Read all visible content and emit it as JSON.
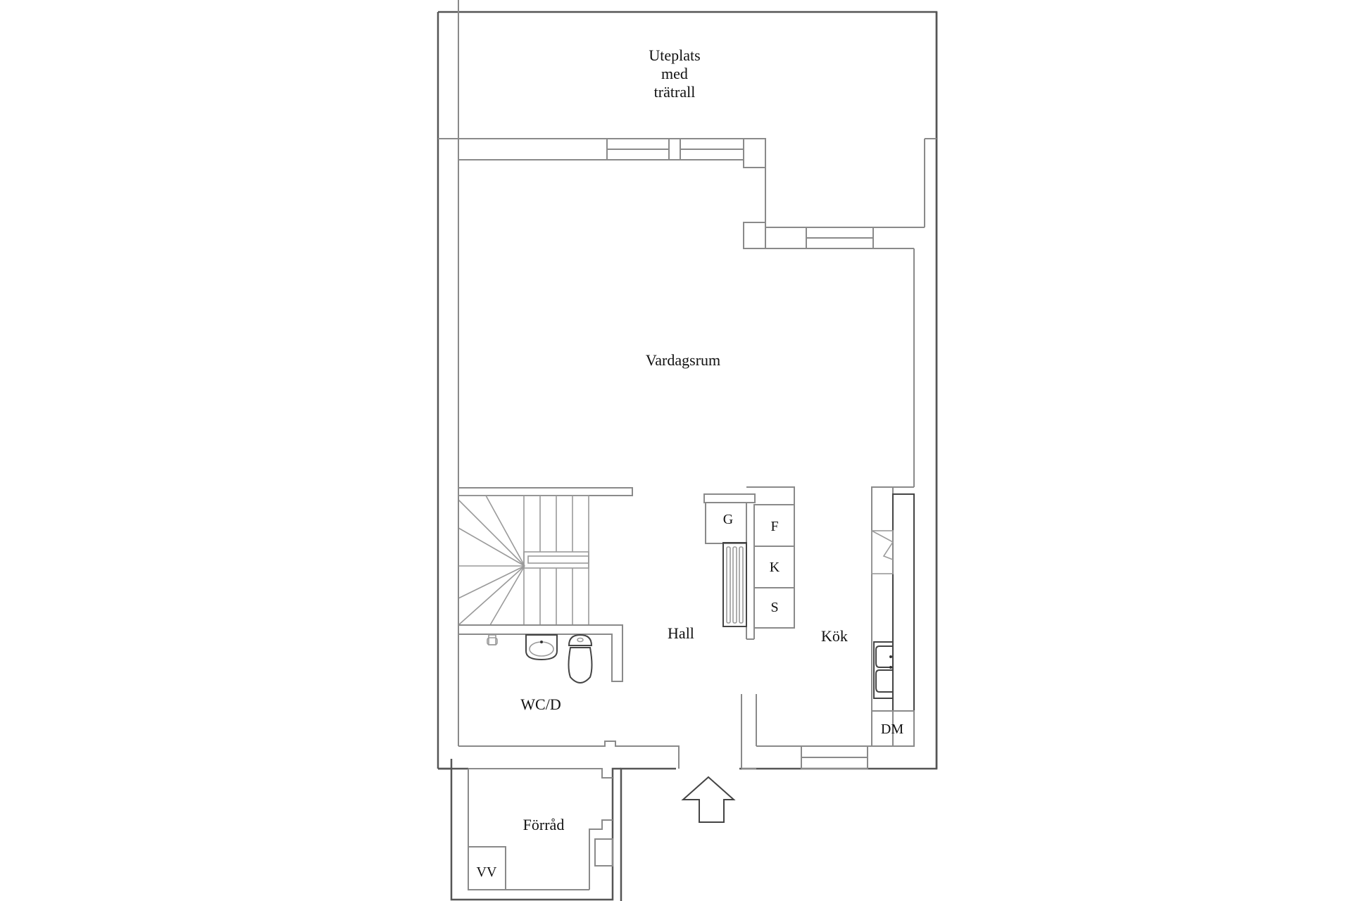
{
  "plan": {
    "type": "floor-plan",
    "rooms": [
      {
        "id": "patio",
        "label_lines": [
          "Uteplats",
          "med",
          "trätrall"
        ]
      },
      {
        "id": "living",
        "label": "Vardagsrum"
      },
      {
        "id": "hall",
        "label": "Hall"
      },
      {
        "id": "kitchen",
        "label": "Kök"
      },
      {
        "id": "wc",
        "label": "WC/D"
      },
      {
        "id": "storage",
        "label": "Förråd"
      }
    ],
    "fixtures": {
      "wardrobe_g": "G",
      "wardrobe_f": "F",
      "wardrobe_k": "K",
      "wardrobe_s": "S",
      "dishwasher": "DM",
      "water_heater": "VV"
    },
    "entrance_arrow": "entrance-arrow",
    "colors": {
      "wall": "#8a8a8a",
      "outer_wall": "#555555",
      "text": "#111111",
      "background": "#ffffff"
    }
  }
}
